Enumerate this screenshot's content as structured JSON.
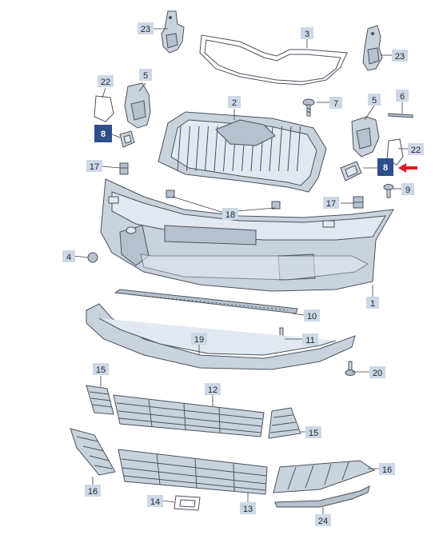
{
  "callouts": [
    {
      "id": "c23a",
      "label": "23"
    },
    {
      "id": "c23b",
      "label": "23"
    },
    {
      "id": "c3",
      "label": "3"
    },
    {
      "id": "c22a",
      "label": "22"
    },
    {
      "id": "c5a",
      "label": "5"
    },
    {
      "id": "c2",
      "label": "2"
    },
    {
      "id": "c7",
      "label": "7"
    },
    {
      "id": "c5b",
      "label": "5"
    },
    {
      "id": "c6",
      "label": "6"
    },
    {
      "id": "c22b",
      "label": "22"
    },
    {
      "id": "c8a",
      "label": "8",
      "highlighted": true
    },
    {
      "id": "c8b",
      "label": "8",
      "highlighted": true
    },
    {
      "id": "c17a",
      "label": "17"
    },
    {
      "id": "c9",
      "label": "9"
    },
    {
      "id": "c17b",
      "label": "17"
    },
    {
      "id": "c18",
      "label": "18"
    },
    {
      "id": "c4",
      "label": "4"
    },
    {
      "id": "c1",
      "label": "1"
    },
    {
      "id": "c10",
      "label": "10"
    },
    {
      "id": "c11",
      "label": "11"
    },
    {
      "id": "c19",
      "label": "19"
    },
    {
      "id": "c20",
      "label": "20"
    },
    {
      "id": "c15a",
      "label": "15"
    },
    {
      "id": "c12",
      "label": "12"
    },
    {
      "id": "c15b",
      "label": "15"
    },
    {
      "id": "c16a",
      "label": "16"
    },
    {
      "id": "c16b",
      "label": "16"
    },
    {
      "id": "c14",
      "label": "14"
    },
    {
      "id": "c13",
      "label": "13"
    },
    {
      "id": "c24",
      "label": "24"
    }
  ],
  "colors": {
    "callout_background": "#cdd8e6",
    "highlight_background": "#2e4f88",
    "highlight_arrow": "#e0191e",
    "part_fill": "#c9d3de",
    "outline": "#4b525c"
  },
  "highlight_arrow": {
    "target": "c8b",
    "icon": "red-arrow-icon"
  }
}
